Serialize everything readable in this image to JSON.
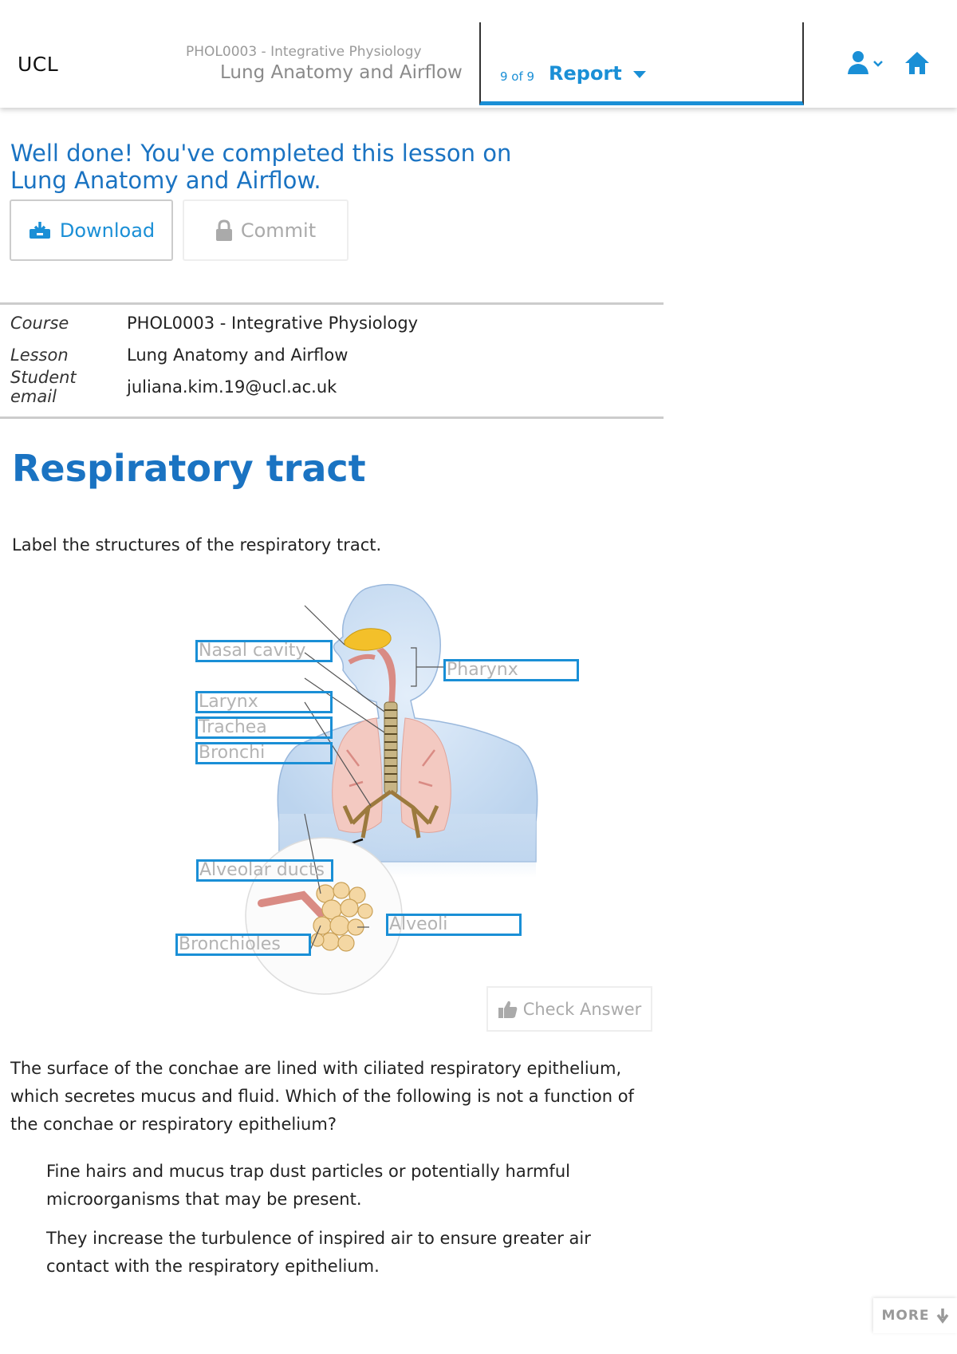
{
  "header": {
    "brand": "UCL",
    "course_crumb": "PHOL0003 - Integrative Physiology",
    "lesson_crumb": "Lung Anatomy and Airflow",
    "step_count": "9 of 9",
    "step_title": "Report",
    "icons": [
      "user-icon",
      "chevron-down-icon",
      "home-icon"
    ]
  },
  "banner": {
    "message": "Well done! You've completed this lesson on Lung Anatomy and Airflow.",
    "download_label": "Download",
    "commit_label": "Commit"
  },
  "info": {
    "rows": [
      {
        "key": "Course",
        "value": "PHOL0003 - Integrative Physiology"
      },
      {
        "key": "Lesson",
        "value": "Lung Anatomy and Airflow"
      },
      {
        "key": "Student email",
        "value": "juliana.kim.19@ucl.ac.uk"
      }
    ]
  },
  "section": {
    "title": "Respiratory tract",
    "instruction": "Label the structures of the respiratory tract.",
    "labels": {
      "nasal_cavity": "Nasal cavity",
      "pharynx": "Pharynx",
      "larynx": "Larynx",
      "trachea": "Trachea",
      "bronchi": "Bronchi",
      "alveolar_ducts": "Alveolar ducts",
      "alveoli": "Alveoli",
      "bronchioles": "Bronchioles"
    },
    "check_label": "Check Answer"
  },
  "question": {
    "text": "The surface of the conchae are lined with ciliated respiratory epithelium, which secretes mucus and fluid. Which of the following is not a function of the conchae or respiratory epithelium?",
    "options": [
      "Fine hairs and mucus trap dust particles or potentially harmful microorganisms that may be present.",
      "They increase the turbulence of inspired air to ensure greater air contact with the respiratory epithelium."
    ]
  },
  "more_label": "MORE",
  "colors": {
    "accent": "#1a8fd6",
    "title_blue": "#1a73c2",
    "disabled_gray": "#aaaaaa"
  }
}
